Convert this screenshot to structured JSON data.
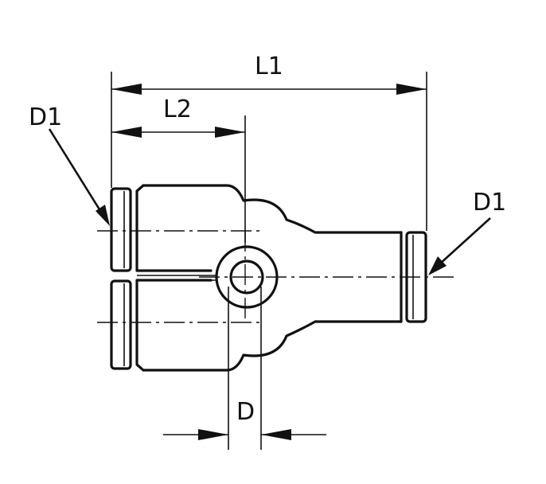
{
  "labels": {
    "l1": "L1",
    "l2": "L2",
    "d1_left": "D1",
    "d1_right": "D1",
    "d": "D"
  }
}
